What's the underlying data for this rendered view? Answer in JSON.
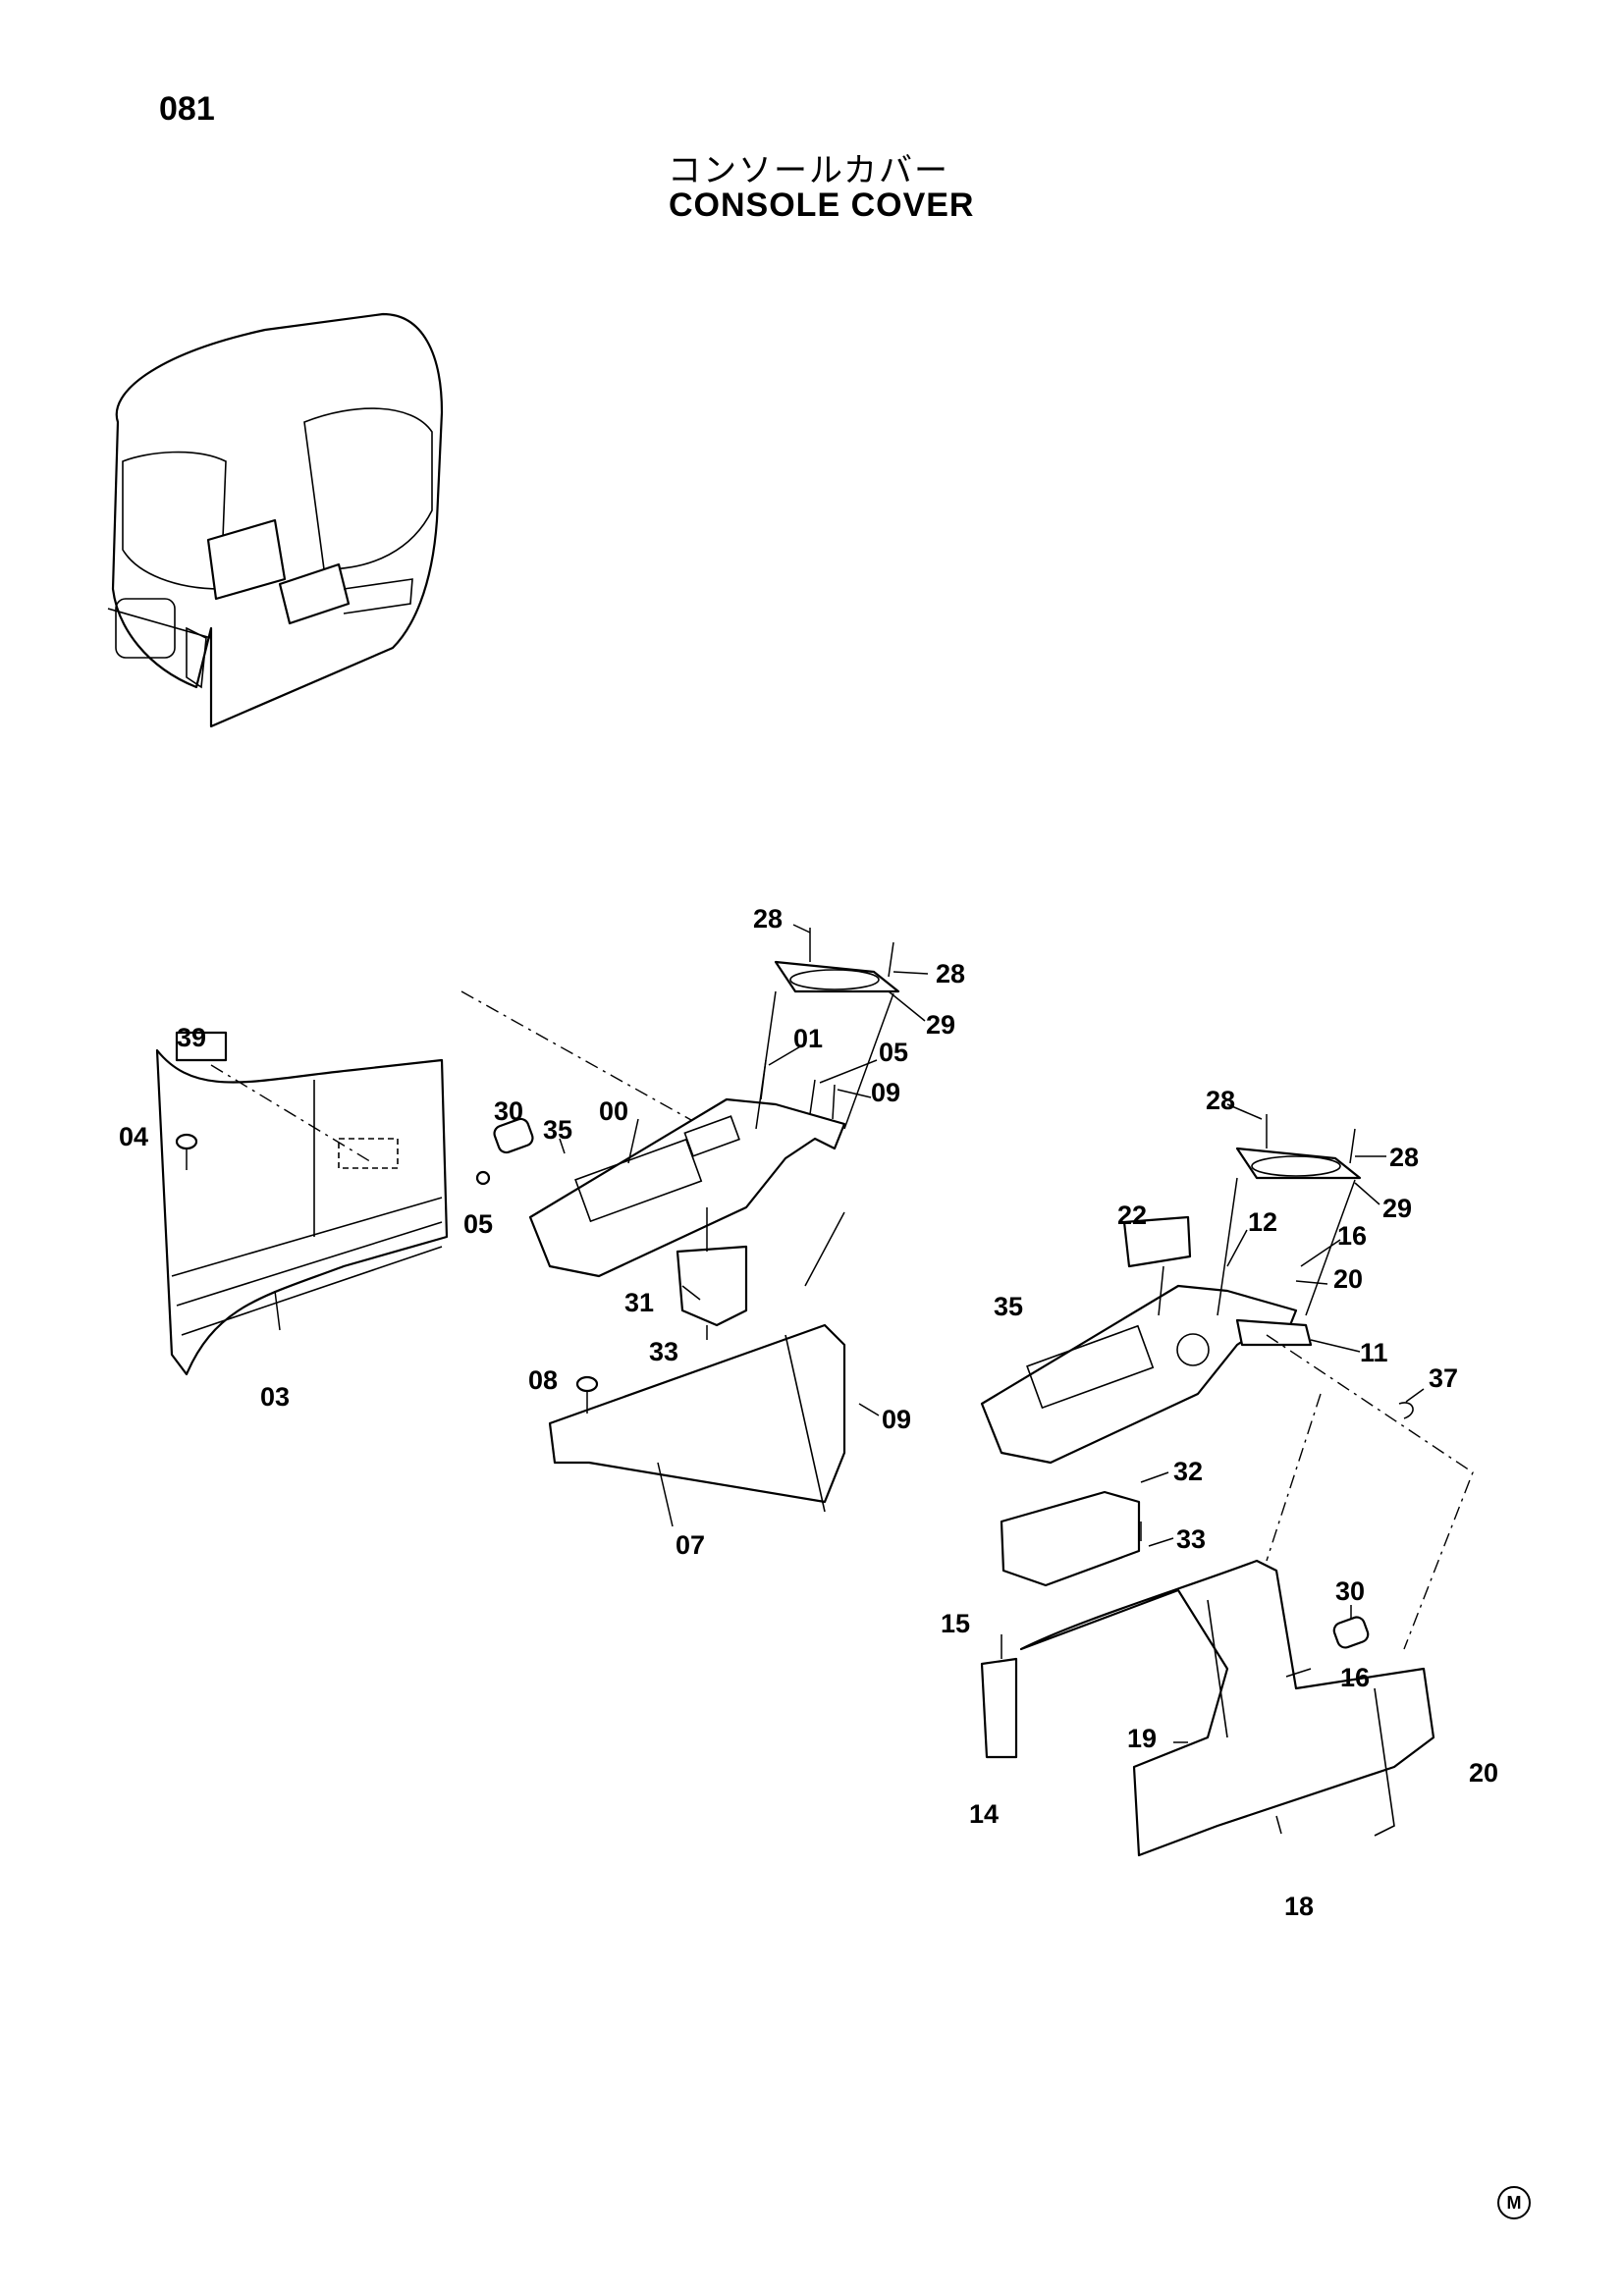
{
  "header": {
    "page_number": "081",
    "title_jp": "コンソールカバー",
    "title_en": "CONSOLE COVER"
  },
  "callouts": [
    {
      "label": "28"
    },
    {
      "label": "28"
    },
    {
      "label": "29"
    },
    {
      "label": "01"
    },
    {
      "label": "05"
    },
    {
      "label": "09"
    },
    {
      "label": "39"
    },
    {
      "label": "30"
    },
    {
      "label": "35"
    },
    {
      "label": "00"
    },
    {
      "label": "04"
    },
    {
      "label": "05"
    },
    {
      "label": "31"
    },
    {
      "label": "33"
    },
    {
      "label": "03"
    },
    {
      "label": "08"
    },
    {
      "label": "09"
    },
    {
      "label": "07"
    },
    {
      "label": "28"
    },
    {
      "label": "28"
    },
    {
      "label": "29"
    },
    {
      "label": "22"
    },
    {
      "label": "12"
    },
    {
      "label": "16"
    },
    {
      "label": "20"
    },
    {
      "label": "35"
    },
    {
      "label": "11"
    },
    {
      "label": "37"
    },
    {
      "label": "32"
    },
    {
      "label": "33"
    },
    {
      "label": "30"
    },
    {
      "label": "15"
    },
    {
      "label": "16"
    },
    {
      "label": "19"
    },
    {
      "label": "20"
    },
    {
      "label": "14"
    },
    {
      "label": "18"
    }
  ],
  "footer": {
    "mark": "M"
  }
}
